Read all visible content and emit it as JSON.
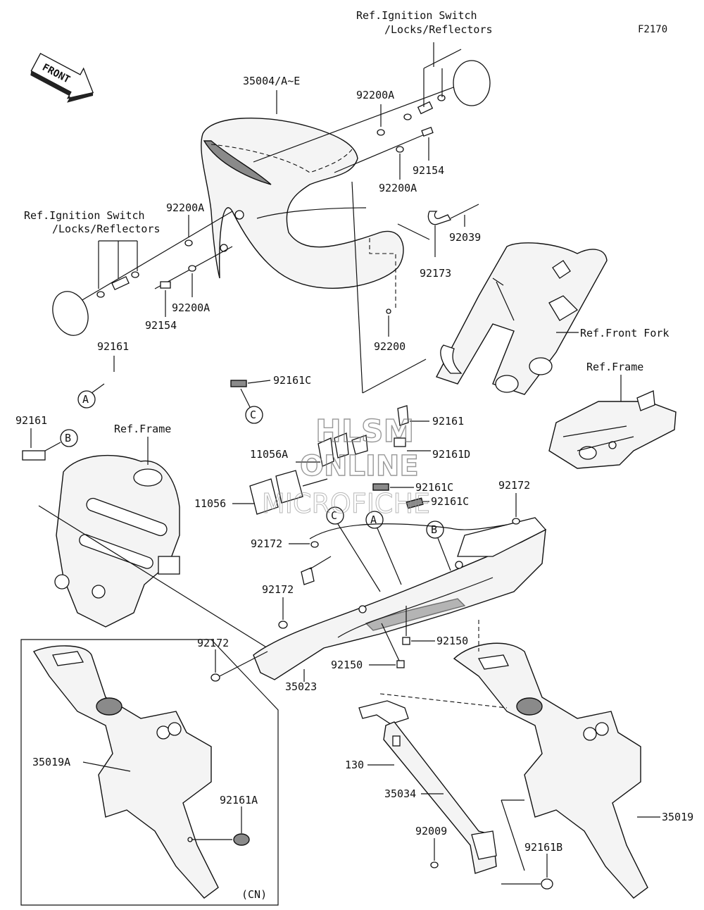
{
  "diagram": {
    "code": "F2170",
    "direction": "FRONT",
    "refs": {
      "ignition_right": [
        "Ref.Ignition Switch",
        "/Locks/Reflectors"
      ],
      "ignition_left": [
        "Ref.Ignition Switch",
        "/Locks/Reflectors"
      ],
      "front_fork": "Ref.Front Fork",
      "frame_right": "Ref.Frame",
      "frame_left": "Ref.Frame"
    },
    "parts": {
      "p35004": "35004/A~E",
      "p92200A_top": "92200A",
      "p92154_right": "92154",
      "p92200A_right": "92200A",
      "p92200A_left": "92200A",
      "p92200A_left2": "92200A",
      "p92154_left": "92154",
      "p92039": "92039",
      "p92173": "92173",
      "p92200": "92200",
      "p92161_a": "92161",
      "p92161C_top": "92161C",
      "p92161_b": "92161",
      "p92161_mid": "92161",
      "p11056A": "11056A",
      "p92161D": "92161D",
      "p11056": "11056",
      "p92161C_mid1": "92161C",
      "p92161C_mid2": "92161C",
      "p92172_right": "92172",
      "p92172_mid": "92172",
      "p92172_low": "92172",
      "p92172_left": "92172",
      "p92150_a": "92150",
      "p92150_b": "92150",
      "p35023": "35023",
      "p35019A": "35019A",
      "p92161A": "92161A",
      "p130": "130",
      "p35034": "35034",
      "p92009": "92009",
      "p92161B": "92161B",
      "p35019": "35019"
    },
    "callouts": {
      "A": "A",
      "B": "B",
      "C": "C"
    },
    "inset_note": "(CN)",
    "watermark": [
      "HLSM",
      "ONLINE",
      "MICROFICHE"
    ]
  }
}
